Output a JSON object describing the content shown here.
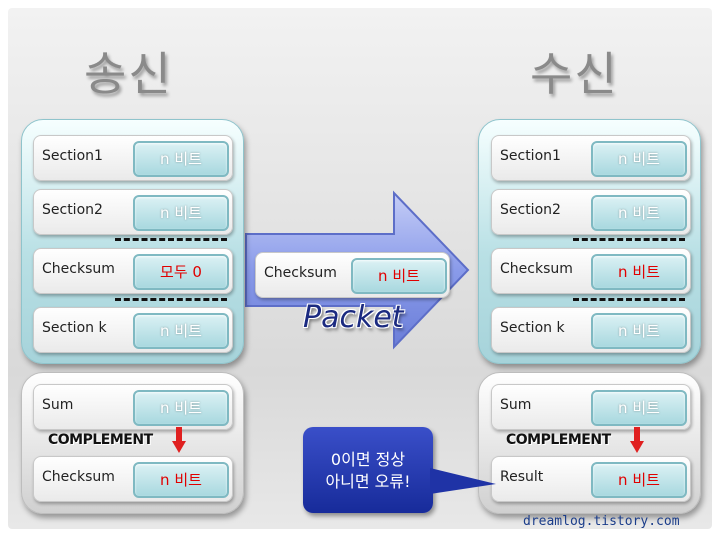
{
  "sender": {
    "title": "송신",
    "rows": [
      {
        "label": "Section1",
        "value": "n 비트"
      },
      {
        "label": "Section2",
        "value": "n 비트"
      },
      {
        "label": "Checksum",
        "value": "모두 0"
      },
      {
        "label": "Section k",
        "value": "n 비트"
      }
    ],
    "sum": {
      "label": "Sum",
      "value": "n 비트"
    },
    "complement": "COMPLEMENT",
    "checksum": {
      "label": "Checksum",
      "value": "n 비트"
    }
  },
  "receiver": {
    "title": "수신",
    "rows": [
      {
        "label": "Section1",
        "value": "n 비트"
      },
      {
        "label": "Section2",
        "value": "n 비트"
      },
      {
        "label": "Checksum",
        "value": "n 비트"
      },
      {
        "label": "Section k",
        "value": "n 비트"
      }
    ],
    "sum": {
      "label": "Sum",
      "value": "n 비트"
    },
    "complement": "COMPLEMENT",
    "result": {
      "label": "Result",
      "value": "n 비트"
    }
  },
  "packet": {
    "label": "Packet",
    "row": {
      "label": "Checksum",
      "value": "n 비트"
    }
  },
  "callout": {
    "line1": "0이면 정상",
    "line2": "아니면 오류!"
  },
  "watermark": "dreamlog.tistory.com",
  "colors": {
    "field_fill": "#a8d8df",
    "highlight_text": "#e00000",
    "arrow_fill": "#8a9bea",
    "callout_fill": "#1f33a6",
    "down_arrow": "#e02020"
  }
}
